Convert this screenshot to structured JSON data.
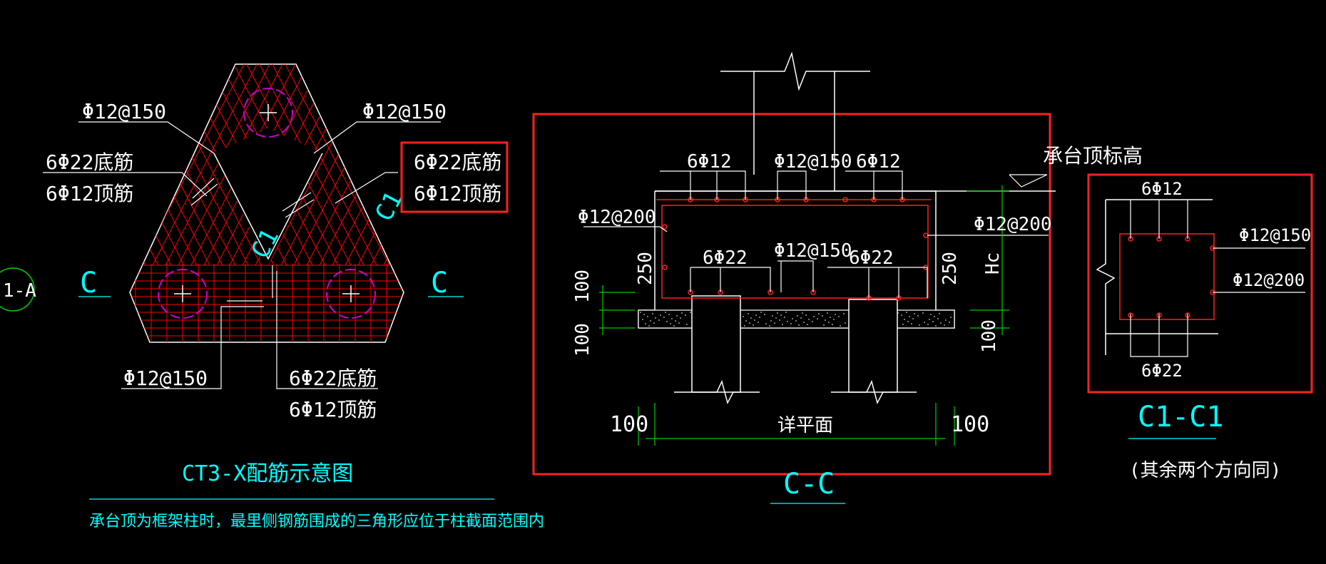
{
  "colors": {
    "background": "#000000",
    "linework": "#ffffff",
    "rebar": "#ff0000",
    "frame": "#ff2020",
    "dimension": "#00cc00",
    "annotation": "#00ffff",
    "pile_mark": "#cc00cc",
    "axis_bubble": "#00cc00"
  },
  "plan": {
    "title": "CT3-X配筋示意图",
    "note": "承台顶为框架柱时，最里侧钢筋围成的三角形应位于柱截面范围内",
    "axis_bubble": "1-A",
    "section_marks": [
      "C",
      "C"
    ],
    "cut_marks": [
      "C1",
      "C1"
    ],
    "labels": {
      "tl_stirrup": "Φ12@150",
      "tr_stirrup": "Φ12@150",
      "bl_stirrup": "Φ12@150",
      "left_bottom": "6Φ22底筋",
      "left_top": "6Φ12顶筋",
      "right_bottom": "6Φ22底筋",
      "right_top": "6Φ12顶筋",
      "lower_bottom": "6Φ22底筋",
      "lower_top": "6Φ12顶筋"
    }
  },
  "section_cc": {
    "title": "C-C",
    "top_left": "6Φ12",
    "top_mid": "Φ12@150",
    "top_right": "6Φ12",
    "elevation": "承台顶标高",
    "left_side": "Φ12@200",
    "right_side": "Φ12@200",
    "bot_left": "6Φ22",
    "bot_mid": "Φ12@150",
    "bot_right": "6Φ22",
    "dim_250_left": "250",
    "dim_250_right": "250",
    "dim_hc": "Hc",
    "dim_100_a": "100",
    "dim_100_b": "100",
    "dim_100_c": "100",
    "dim_100_left": "100",
    "dim_100_right": "100",
    "width_text": "详平面"
  },
  "section_c1": {
    "title": "C1-C1",
    "subtitle": "(其余两个方向同)",
    "top": "6Φ12",
    "side_a": "Φ12@150",
    "side_b": "Φ12@200",
    "bottom": "6Φ22"
  }
}
